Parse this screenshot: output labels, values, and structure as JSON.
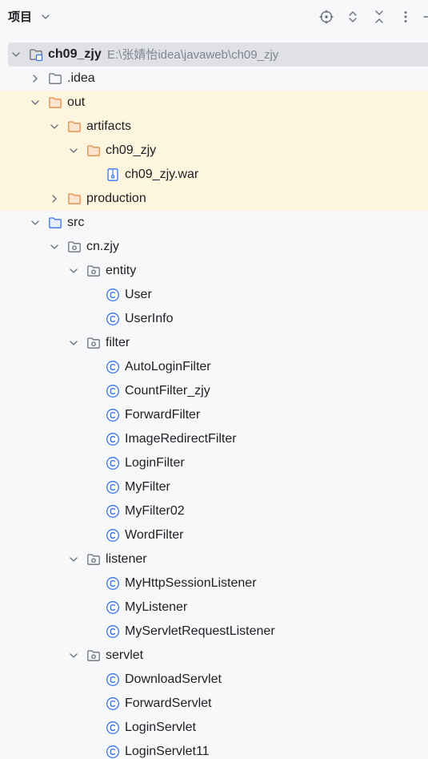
{
  "header": {
    "title": "项目"
  },
  "tree": [
    {
      "label": "ch09_zjy",
      "path": "E:\\张婧怡idea\\javaweb\\ch09_zjy",
      "depth": 0,
      "expand": "open",
      "icon": "module-folder-icon",
      "bold": true,
      "selected": true
    },
    {
      "label": ".idea",
      "depth": 1,
      "expand": "closed",
      "icon": "folder-icon"
    },
    {
      "label": "out",
      "depth": 1,
      "expand": "open",
      "icon": "excluded-folder-icon",
      "excluded": true
    },
    {
      "label": "artifacts",
      "depth": 2,
      "expand": "open",
      "icon": "excluded-folder-icon",
      "excluded": true
    },
    {
      "label": "ch09_zjy",
      "depth": 3,
      "expand": "open",
      "icon": "excluded-folder-icon",
      "excluded": true
    },
    {
      "label": "ch09_zjy.war",
      "depth": 4,
      "expand": "none",
      "icon": "archive-file-icon",
      "excluded": true
    },
    {
      "label": "production",
      "depth": 2,
      "expand": "closed",
      "icon": "excluded-folder-icon",
      "excluded": true
    },
    {
      "label": "src",
      "depth": 1,
      "expand": "open",
      "icon": "source-folder-icon"
    },
    {
      "label": "cn.zjy",
      "depth": 2,
      "expand": "open",
      "icon": "package-icon"
    },
    {
      "label": "entity",
      "depth": 3,
      "expand": "open",
      "icon": "package-icon"
    },
    {
      "label": "User",
      "depth": 4,
      "expand": "none",
      "icon": "class-icon"
    },
    {
      "label": "UserInfo",
      "depth": 4,
      "expand": "none",
      "icon": "class-icon"
    },
    {
      "label": "filter",
      "depth": 3,
      "expand": "open",
      "icon": "package-icon"
    },
    {
      "label": "AutoLoginFilter",
      "depth": 4,
      "expand": "none",
      "icon": "class-icon"
    },
    {
      "label": "CountFilter_zjy",
      "depth": 4,
      "expand": "none",
      "icon": "class-icon"
    },
    {
      "label": "ForwardFilter",
      "depth": 4,
      "expand": "none",
      "icon": "class-icon"
    },
    {
      "label": "ImageRedirectFilter",
      "depth": 4,
      "expand": "none",
      "icon": "class-icon"
    },
    {
      "label": "LoginFilter",
      "depth": 4,
      "expand": "none",
      "icon": "class-icon"
    },
    {
      "label": "MyFilter",
      "depth": 4,
      "expand": "none",
      "icon": "class-icon"
    },
    {
      "label": "MyFilter02",
      "depth": 4,
      "expand": "none",
      "icon": "class-icon"
    },
    {
      "label": "WordFilter",
      "depth": 4,
      "expand": "none",
      "icon": "class-icon"
    },
    {
      "label": "listener",
      "depth": 3,
      "expand": "open",
      "icon": "package-icon"
    },
    {
      "label": "MyHttpSessionListener",
      "depth": 4,
      "expand": "none",
      "icon": "class-icon"
    },
    {
      "label": "MyListener",
      "depth": 4,
      "expand": "none",
      "icon": "class-icon"
    },
    {
      "label": "MyServletRequestListener",
      "depth": 4,
      "expand": "none",
      "icon": "class-icon"
    },
    {
      "label": "servlet",
      "depth": 3,
      "expand": "open",
      "icon": "package-icon"
    },
    {
      "label": "DownloadServlet",
      "depth": 4,
      "expand": "none",
      "icon": "class-icon"
    },
    {
      "label": "ForwardServlet",
      "depth": 4,
      "expand": "none",
      "icon": "class-icon"
    },
    {
      "label": "LoginServlet",
      "depth": 4,
      "expand": "none",
      "icon": "class-icon"
    },
    {
      "label": "LoginServlet11",
      "depth": 4,
      "expand": "none",
      "icon": "class-icon"
    }
  ],
  "colors": {
    "background": "#f7f8fa",
    "selection": "#dfe1e5",
    "excluded_highlight": "#fdf5dd",
    "excluded_folder": "#e48e46",
    "source_folder": "#3574f0",
    "class_icon": "#3574f0",
    "secondary_text": "#818594"
  }
}
